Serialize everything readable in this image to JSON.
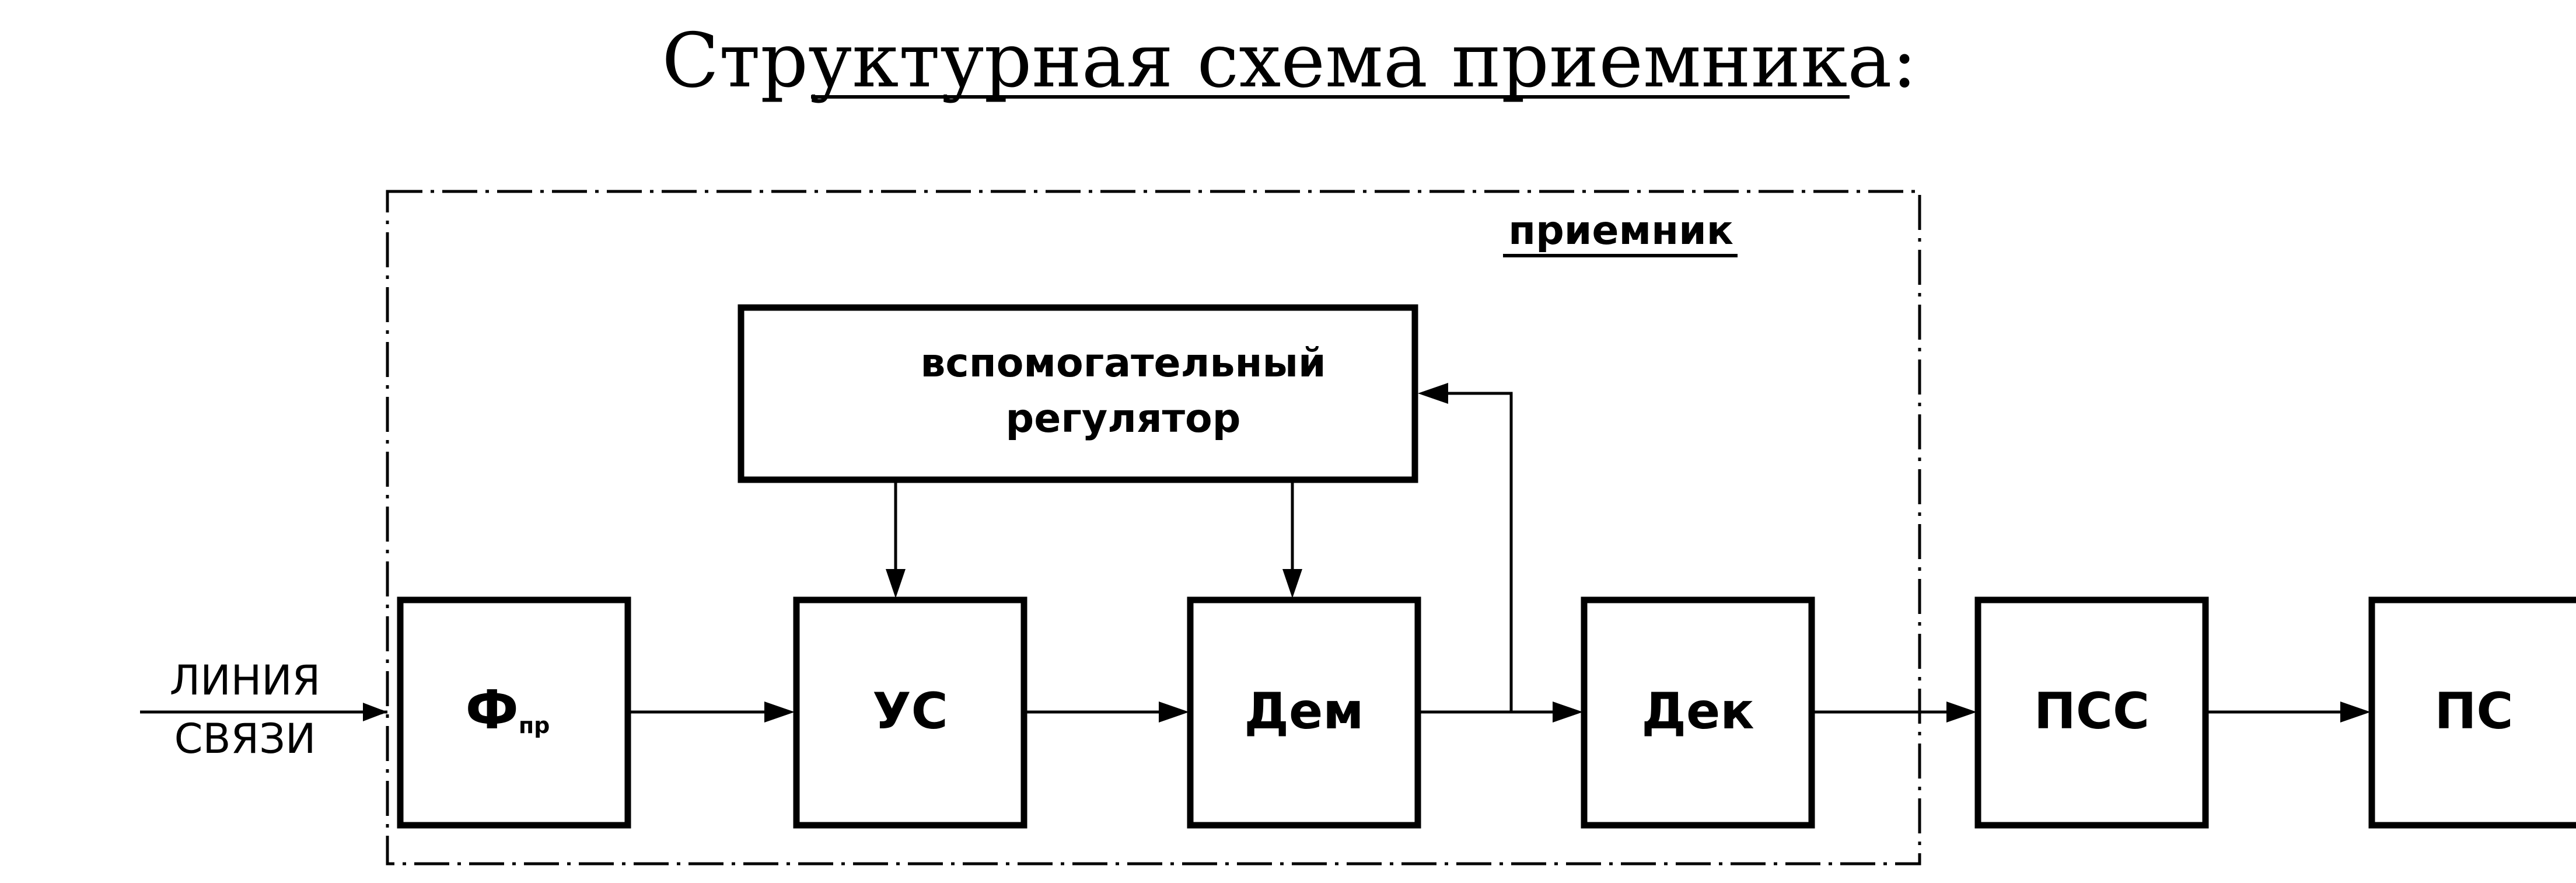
{
  "title": "Структурная схема приемника:",
  "receiver_label": "приемник",
  "input_label": {
    "line1": "ЛИНИЯ",
    "line2": "СВЯЗИ"
  },
  "blocks": {
    "filter": {
      "main": "Ф",
      "subscript": "пр"
    },
    "us": "УС",
    "dem": "Дем",
    "dek": "Дек",
    "pss": "ПСС",
    "ps": "ПС",
    "aux_regulator": {
      "line1": "вспомогательный",
      "line2": "регулятор"
    }
  }
}
